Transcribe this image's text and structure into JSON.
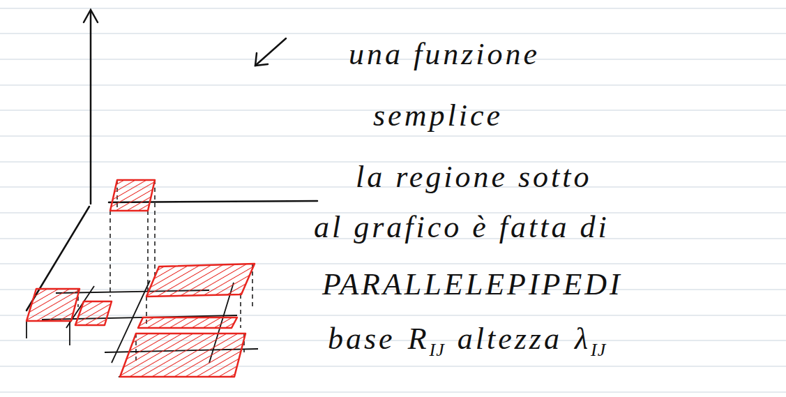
{
  "diagram": {
    "labels": [
      "una funzione",
      "semplice",
      "la regione sotto",
      "al grafico è fatta di",
      "PARALLELEPIPEDI",
      "base",
      "R",
      "IJ",
      "altezza",
      "λ",
      "IJ"
    ]
  }
}
